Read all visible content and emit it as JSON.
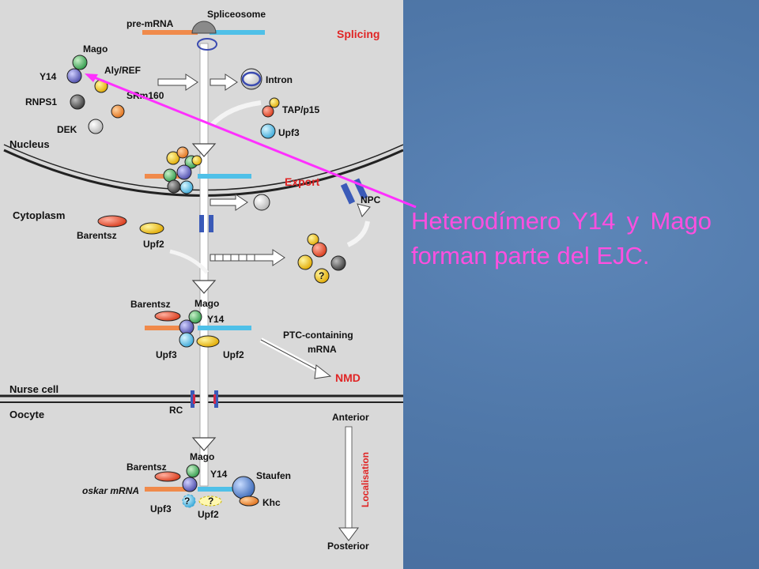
{
  "caption": {
    "text": "Heterodímero Y14 y Mago forman parte del EJC."
  },
  "diagram": {
    "labels": {
      "pre_mrna": "pre-mRNA",
      "spliceosome": "Spliceosome",
      "splicing": "Splicing",
      "mago": "Mago",
      "y14": "Y14",
      "aly_ref": "Aly/REF",
      "srm160": "SRm160",
      "rnps1": "RNPS1",
      "dek": "DEK",
      "intron": "Intron",
      "tap_p15": "TAP/p15",
      "upf3": "Upf3",
      "nucleus": "Nucleus",
      "export": "Export",
      "npc": "NPC",
      "cytoplasm": "Cytoplasm",
      "barentsz": "Barentsz",
      "upf2": "Upf2",
      "mago2": "Mago",
      "y14_2": "Y14",
      "barentsz2": "Barentsz",
      "upf3_2": "Upf3",
      "upf2_2": "Upf2",
      "ptc_line1": "PTC-containing",
      "ptc_line2": "mRNA",
      "nmd": "NMD",
      "nurse_cell": "Nurse cell",
      "rc": "RC",
      "oocyte": "Oocyte",
      "anterior": "Anterior",
      "localisation": "Localisation",
      "posterior": "Posterior",
      "mago3": "Mago",
      "barentsz3": "Barentsz",
      "y14_3": "Y14",
      "staufen": "Staufen",
      "oskar_mrna": "oskar mRNA",
      "upf3_3": "Upf3",
      "upf2_3": "Upf2",
      "khc": "Khc",
      "q1": "?",
      "q2": "?",
      "q3": "?"
    }
  },
  "colors": {
    "caption": "#ff4fe0",
    "pointer_line": "#ff30ff",
    "mrna_blue": "#4fc0e8",
    "mrna_orange": "#f08a4b",
    "label_red": "#e02525"
  }
}
